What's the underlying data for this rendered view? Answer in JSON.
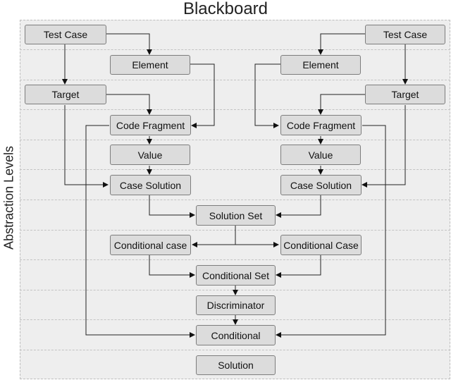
{
  "title": "Blackboard",
  "y_axis_label": "Abstraction Levels",
  "nodes": {
    "test_case_left": "Test Case",
    "test_case_right": "Test Case",
    "element_left": "Element",
    "element_right": "Element",
    "target_left": "Target",
    "target_right": "Target",
    "code_fragment_left": "Code Fragment",
    "code_fragment_right": "Code Fragment",
    "value_left": "Value",
    "value_right": "Value",
    "case_solution_left": "Case Solution",
    "case_solution_right": "Case Solution",
    "solution_set": "Solution Set",
    "conditional_case_left": "Conditional case",
    "conditional_case_right": "Conditional Case",
    "conditional_set": "Conditional Set",
    "discriminator": "Discriminator",
    "conditional": "Conditional",
    "solution": "Solution"
  }
}
